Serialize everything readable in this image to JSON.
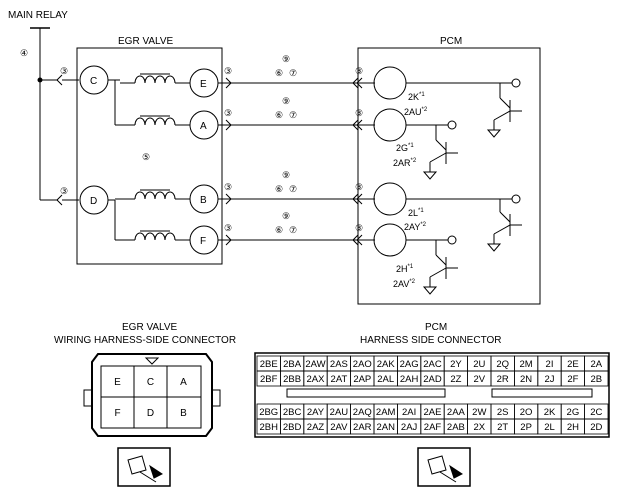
{
  "schematic": {
    "main_relay": "MAIN RELAY",
    "egr_title": "EGR VALVE",
    "pcm_title": "PCM",
    "callouts": {
      "relay_wire": "④",
      "valve_body": "⑤",
      "six": "⑥",
      "seven": "⑦",
      "nine": "⑨",
      "three": "③",
      "eight": "⑧"
    },
    "egr_pins": [
      "C",
      "D",
      "E",
      "A",
      "B",
      "F"
    ],
    "pcm_pin_labels": [
      {
        "a": "2K",
        "a_sup": "*1",
        "b": "2AU",
        "b_sup": "*2"
      },
      {
        "a": "2G",
        "a_sup": "*1",
        "b": "2AR",
        "b_sup": "*2"
      },
      {
        "a": "2L",
        "a_sup": "*1",
        "b": "2AY",
        "b_sup": "*2"
      },
      {
        "a": "2H",
        "a_sup": "*1",
        "b": "2AV",
        "b_sup": "*2"
      }
    ]
  },
  "egr_connector": {
    "title_line1": "EGR VALVE",
    "title_line2": "WIRING HARNESS-SIDE CONNECTOR",
    "grid": [
      [
        "E",
        "C",
        "A"
      ],
      [
        "F",
        "D",
        "B"
      ]
    ]
  },
  "pcm_connector": {
    "title_line1": "PCM",
    "title_line2": "HARNESS SIDE CONNECTOR",
    "upper": [
      [
        "2BE",
        "2BA",
        "2AW",
        "2AS",
        "2AO",
        "2AK",
        "2AG",
        "2AC",
        "2Y",
        "2U",
        "2Q",
        "2M",
        "2I",
        "2E",
        "2A"
      ],
      [
        "2BF",
        "2BB",
        "2AX",
        "2AT",
        "2AP",
        "2AL",
        "2AH",
        "2AD",
        "2Z",
        "2V",
        "2R",
        "2N",
        "2J",
        "2F",
        "2B"
      ]
    ],
    "lower": [
      [
        "2BG",
        "2BC",
        "2AY",
        "2AU",
        "2AQ",
        "2AM",
        "2AI",
        "2AE",
        "2AA",
        "2W",
        "2S",
        "2O",
        "2K",
        "2G",
        "2C"
      ],
      [
        "2BH",
        "2BD",
        "2AZ",
        "2AV",
        "2AR",
        "2AN",
        "2AJ",
        "2AF",
        "2AB",
        "2X",
        "2T",
        "2P",
        "2L",
        "2H",
        "2D"
      ]
    ]
  }
}
